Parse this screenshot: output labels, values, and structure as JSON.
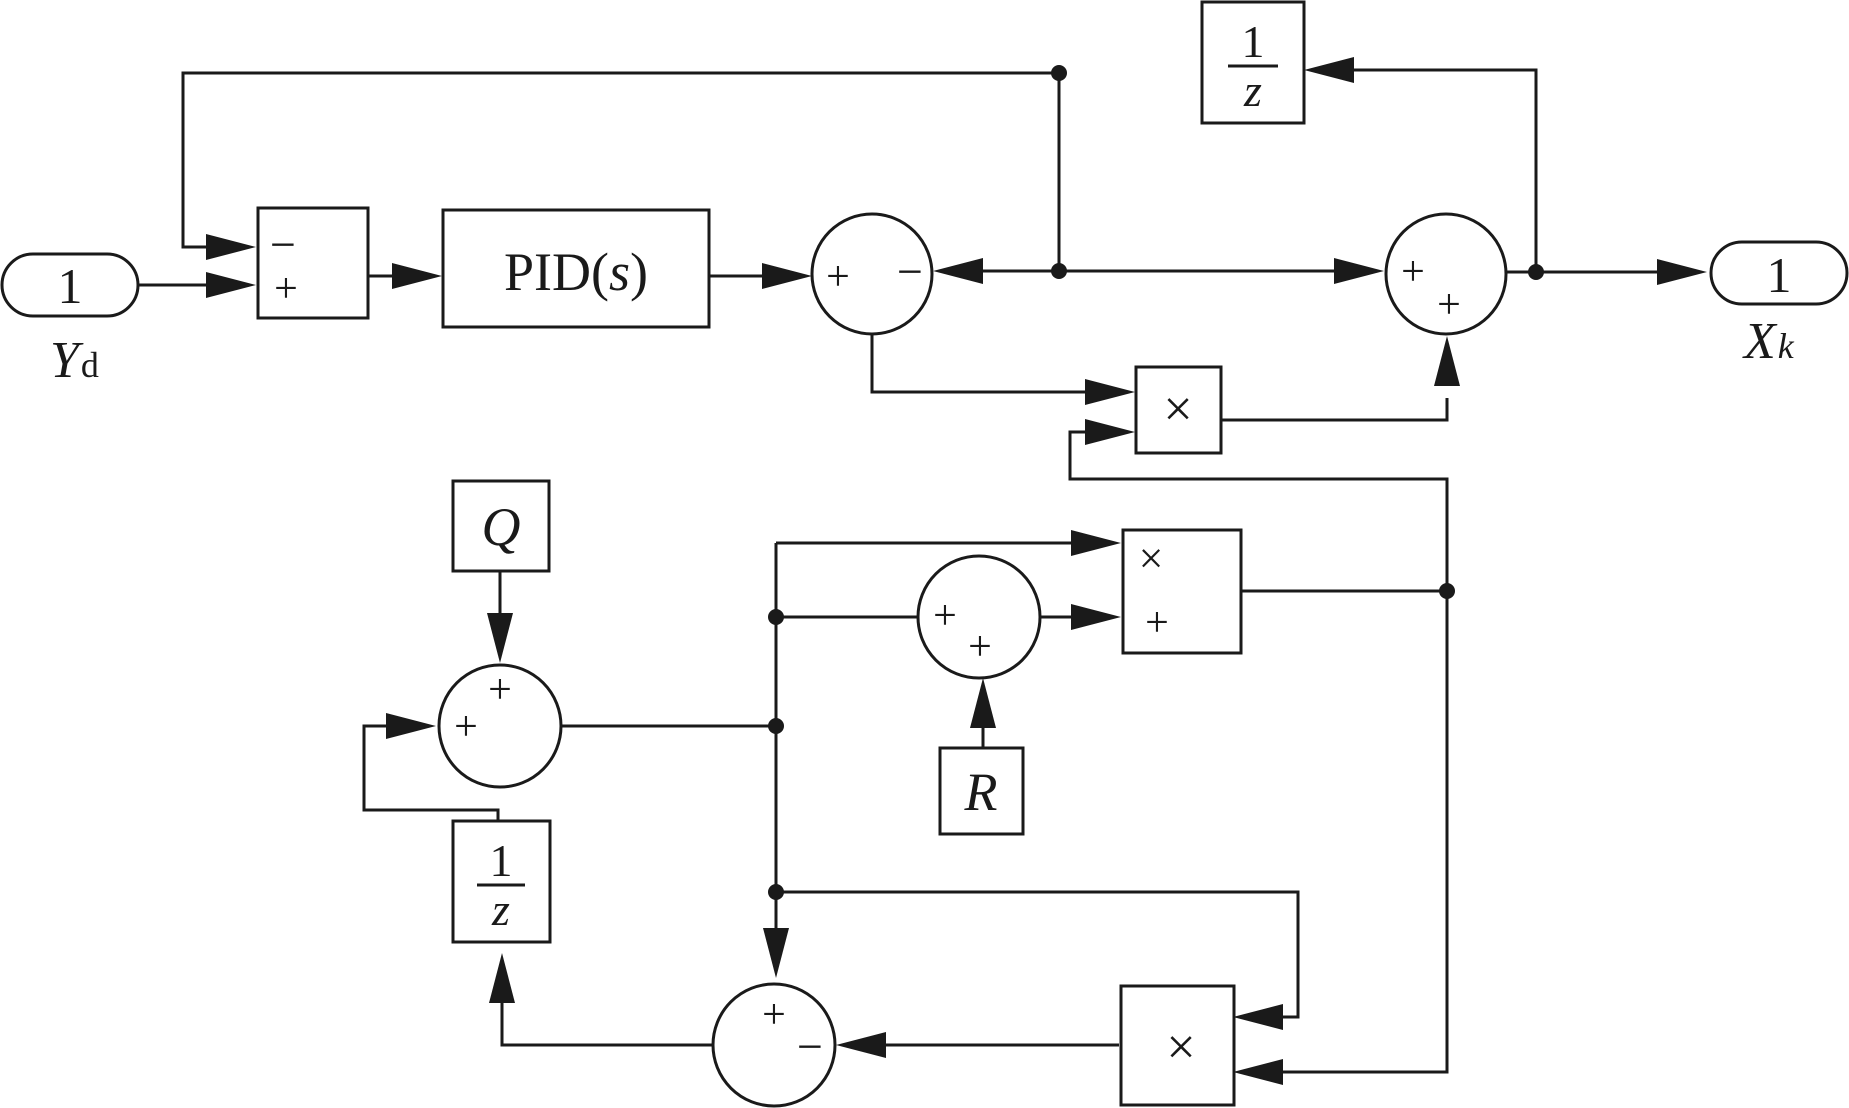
{
  "colors": {
    "ink": "#1a1a1a",
    "background": "#ffffff"
  },
  "ports": {
    "input": {
      "number": "1",
      "label_main": "Y",
      "label_sub": "d"
    },
    "output": {
      "number": "1",
      "label_main": "X",
      "label_sub": "k"
    }
  },
  "blocks": {
    "pid": {
      "text": "PID(",
      "var": "s",
      "close": ")"
    },
    "delay_top": {
      "num": "1",
      "den": "z"
    },
    "delay_bottom": {
      "num": "1",
      "den": "z"
    },
    "q": "Q",
    "r": "R",
    "mult": "×",
    "div": "×"
  },
  "signs": {
    "minus": "−",
    "plus": "+"
  }
}
